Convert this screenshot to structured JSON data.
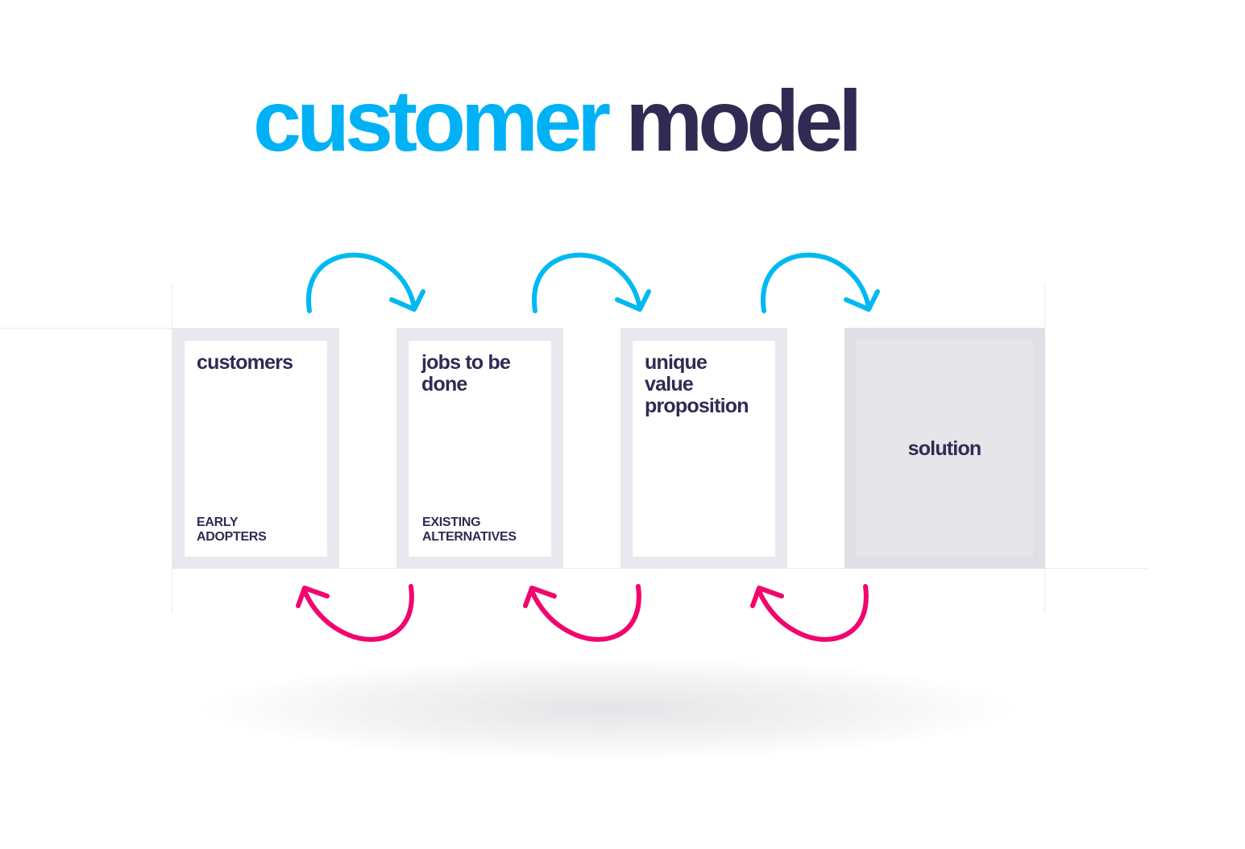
{
  "title": {
    "word1": "customer",
    "word2": "model"
  },
  "colors": {
    "title_accent": "#00b2f5",
    "title_dark": "#322a52",
    "forward_arrow": "#00b9f2",
    "backward_arrow": "#f2056d",
    "card_frame": "#e8e8ee",
    "solution_fill": "#e5e5ea"
  },
  "cards": [
    {
      "title": "customers",
      "subtitle": "EARLY\nADOPTERS"
    },
    {
      "title": "jobs to be\ndone",
      "subtitle": "EXISTING\nALTERNATIVES"
    },
    {
      "title": "unique\nvalue\nproposition"
    },
    {
      "title": "solution"
    }
  ],
  "arrows": {
    "forward_icon": "curved-arrow-right-icon",
    "backward_icon": "curved-arrow-left-icon"
  }
}
